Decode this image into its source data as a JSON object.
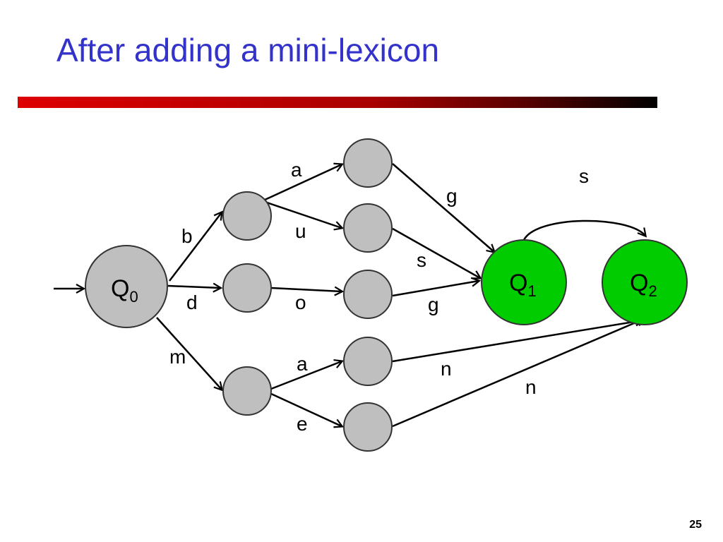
{
  "slide": {
    "title": "After adding a mini-lexicon",
    "number": "25",
    "accent": "#3333cc"
  },
  "diagram": {
    "node_colors": {
      "intermediate": "#bfbfbf",
      "named": "#00cc00",
      "stroke": "#333333"
    },
    "nodes": [
      {
        "id": "q0",
        "label": "Q",
        "sub": "0",
        "kind": "start"
      },
      {
        "id": "b1",
        "label": "",
        "sub": ""
      },
      {
        "id": "d1",
        "label": "",
        "sub": ""
      },
      {
        "id": "m1",
        "label": "",
        "sub": ""
      },
      {
        "id": "ba",
        "label": "",
        "sub": ""
      },
      {
        "id": "bu",
        "label": "",
        "sub": ""
      },
      {
        "id": "do",
        "label": "",
        "sub": ""
      },
      {
        "id": "ma",
        "label": "",
        "sub": ""
      },
      {
        "id": "me",
        "label": "",
        "sub": ""
      },
      {
        "id": "q1",
        "label": "Q",
        "sub": "1",
        "kind": "green"
      },
      {
        "id": "q2",
        "label": "Q",
        "sub": "2",
        "kind": "green"
      }
    ],
    "edges": [
      {
        "from": "q0",
        "to": "b1",
        "label": "b"
      },
      {
        "from": "q0",
        "to": "d1",
        "label": "d"
      },
      {
        "from": "q0",
        "to": "m1",
        "label": "m"
      },
      {
        "from": "b1",
        "to": "ba",
        "label": "a"
      },
      {
        "from": "b1",
        "to": "bu",
        "label": "u"
      },
      {
        "from": "d1",
        "to": "do",
        "label": "o"
      },
      {
        "from": "m1",
        "to": "ma",
        "label": "a"
      },
      {
        "from": "m1",
        "to": "me",
        "label": "e"
      },
      {
        "from": "ba",
        "to": "q1",
        "label": "g"
      },
      {
        "from": "bu",
        "to": "q1",
        "label": "s"
      },
      {
        "from": "do",
        "to": "q1",
        "label": "g"
      },
      {
        "from": "ma",
        "to": "q2",
        "label": "n"
      },
      {
        "from": "me",
        "to": "q2",
        "label": "n"
      },
      {
        "from": "q1",
        "to": "q2",
        "label": "s"
      }
    ]
  }
}
